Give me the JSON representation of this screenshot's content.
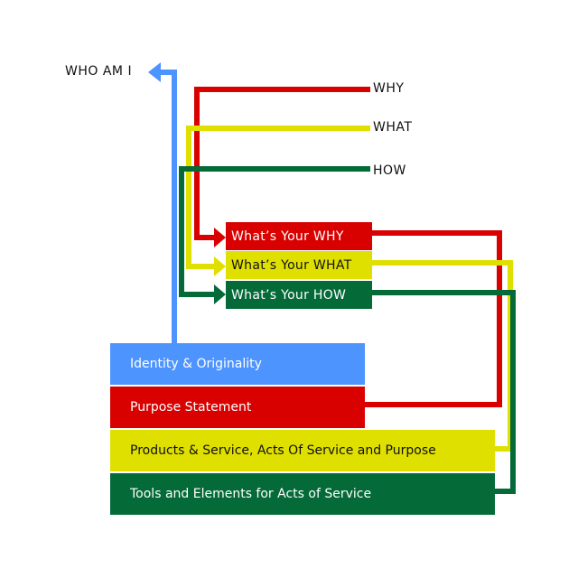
{
  "labels": {
    "who_am_i": "WHO AM I",
    "why": "WHY",
    "what": "WHAT",
    "how": "HOW"
  },
  "middle_boxes": {
    "why": "What’s Your WHY",
    "what": "What’s Your WHAT",
    "how": "What’s Your HOW"
  },
  "bottom_boxes": {
    "identity": "Identity & Originality",
    "purpose": "Purpose Statement",
    "products": "Products & Service, Acts Of Service and Purpose",
    "tools": "Tools and Elements for Acts of Service"
  },
  "colors": {
    "blue": "#4d94ff",
    "red": "#d90000",
    "yellow": "#e0e000",
    "green": "#046a38"
  }
}
